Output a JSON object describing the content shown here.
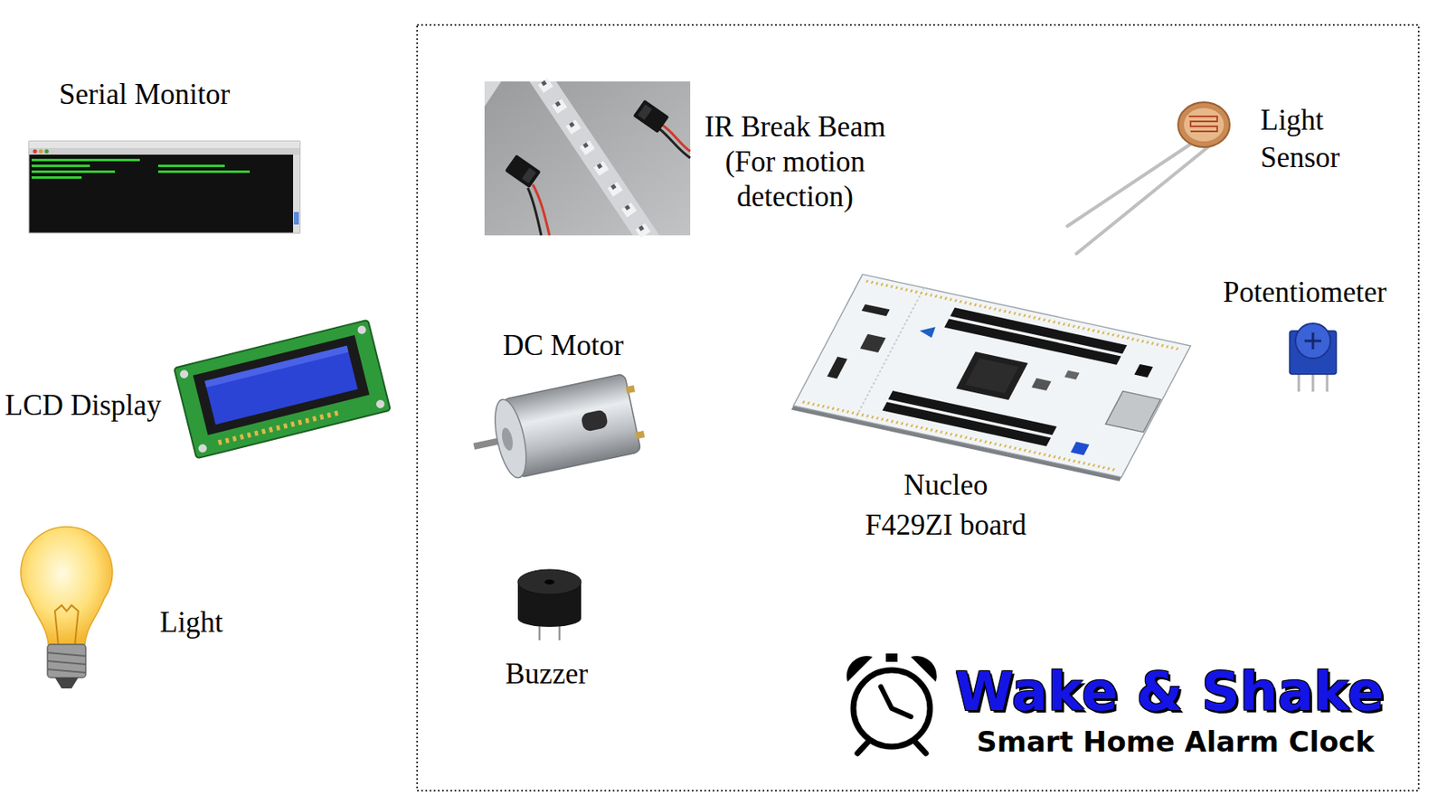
{
  "diagram": {
    "labels": [
      "Serial Monitor",
      "IR Break Beam (For motion detection)",
      "Light Sensor",
      "Potentiometer",
      "DC Motor",
      "LCD Display",
      "Nucleo F429ZI board",
      "Light",
      "Buzzer",
      "Wake & Shake",
      "Smart Home Alarm Clock"
    ]
  }
}
